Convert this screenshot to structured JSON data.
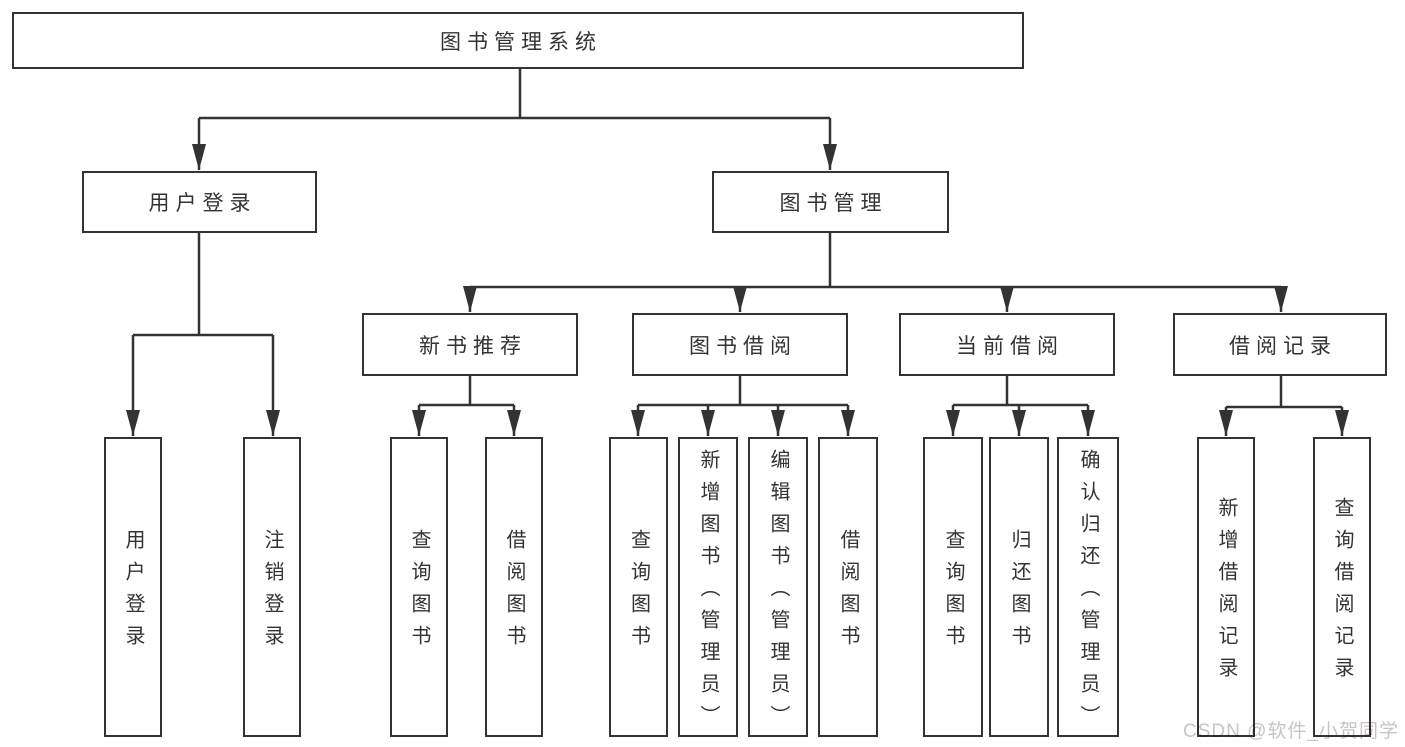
{
  "tree": {
    "label": "图书管理系统",
    "children": [
      {
        "label": "用户登录",
        "children": [
          {
            "label": "用户登录"
          },
          {
            "label": "注销登录"
          }
        ]
      },
      {
        "label": "图书管理",
        "children": [
          {
            "label": "新书推荐",
            "children": [
              {
                "label": "查询图书"
              },
              {
                "label": "借阅图书"
              }
            ]
          },
          {
            "label": "图书借阅",
            "children": [
              {
                "label": "查询图书"
              },
              {
                "label": "新增图书（管理员）"
              },
              {
                "label": "编辑图书（管理员）"
              },
              {
                "label": "借阅图书"
              }
            ]
          },
          {
            "label": "当前借阅",
            "children": [
              {
                "label": "查询图书"
              },
              {
                "label": "归还图书"
              },
              {
                "label": "确认归还（管理员）"
              }
            ]
          },
          {
            "label": "借阅记录",
            "children": [
              {
                "label": "新增借阅记录"
              },
              {
                "label": "查询借阅记录"
              }
            ]
          }
        ]
      }
    ]
  },
  "watermark": {
    "text": "CSDN @软件_小贺同学"
  },
  "colors": {
    "line": "#333333",
    "box_border": "#333333",
    "text": "#333333",
    "background": "#ffffff",
    "watermark": "#c9c3c3"
  }
}
